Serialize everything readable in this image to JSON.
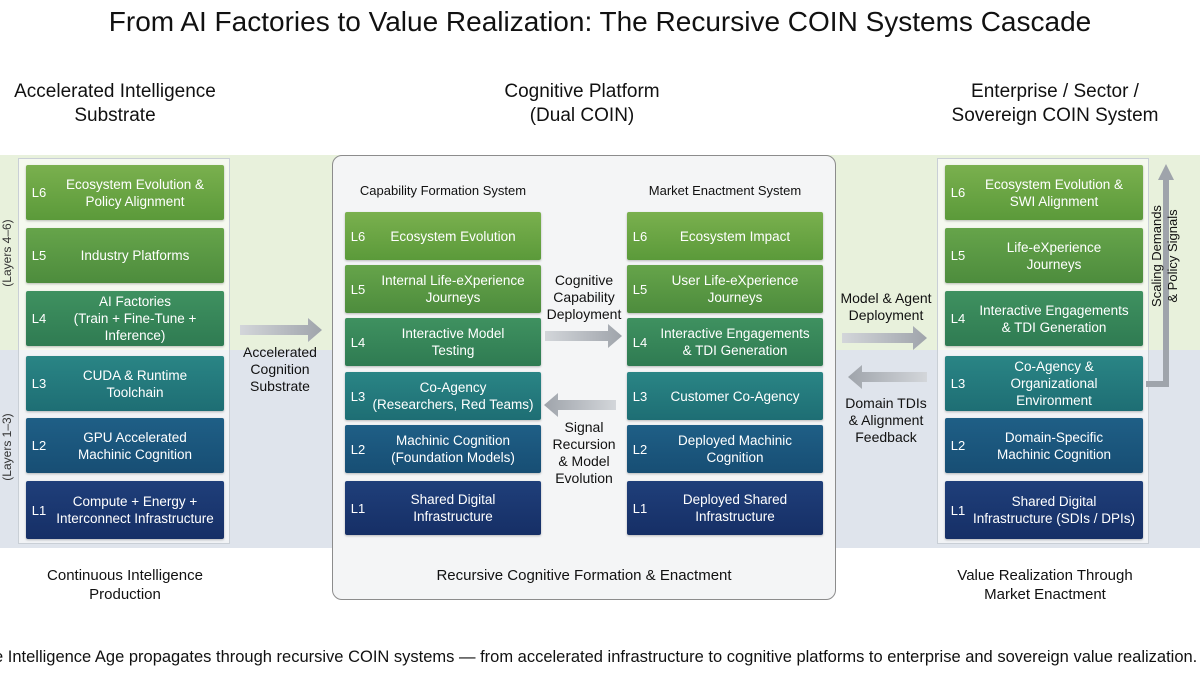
{
  "title": "From AI Factories to Value Realization: The Recursive COIN Systems Cascade",
  "columns": {
    "left": {
      "heading_line1": "Accelerated Intelligence",
      "heading_line2": "Substrate"
    },
    "center": {
      "heading_line1": "Cognitive Platform",
      "heading_line2": "(Dual COIN)"
    },
    "right": {
      "heading_line1": "Enterprise / Sector /",
      "heading_line2": "Sovereign COIN System"
    }
  },
  "side_labels": {
    "upper": "(Layers 4–6)",
    "lower": "(Layers 1–3)"
  },
  "left_layers": [
    {
      "code": "L6",
      "line1": "Ecosystem Evolution &",
      "line2": "Policy Alignment"
    },
    {
      "code": "L5",
      "line1": "Industry Platforms",
      "line2": ""
    },
    {
      "code": "L4",
      "line1": "AI Factories",
      "line2": "(Train + Fine-Tune + Inference)"
    },
    {
      "code": "L3",
      "line1": "CUDA & Runtime",
      "line2": "Toolchain"
    },
    {
      "code": "L2",
      "line1": "GPU Accelerated",
      "line2": "Machinic Cognition"
    },
    {
      "code": "L1",
      "line1": "Compute + Energy +",
      "line2": "Interconnect Infrastructure"
    }
  ],
  "capability": {
    "heading": "Capability Formation System",
    "layers": [
      {
        "code": "L6",
        "line1": "Ecosystem Evolution",
        "line2": ""
      },
      {
        "code": "L5",
        "line1": "Internal Life-eXperience",
        "line2": "Journeys"
      },
      {
        "code": "L4",
        "line1": "Interactive Model",
        "line2": "Testing"
      },
      {
        "code": "L3",
        "line1": "Co-Agency",
        "line2": "(Researchers, Red Teams)"
      },
      {
        "code": "L2",
        "line1": "Machinic Cognition",
        "line2": "(Foundation Models)"
      },
      {
        "code": "L1",
        "line1": "Shared Digital",
        "line2": "Infrastructure"
      }
    ]
  },
  "market": {
    "heading": "Market Enactment System",
    "layers": [
      {
        "code": "L6",
        "line1": "Ecosystem Impact",
        "line2": ""
      },
      {
        "code": "L5",
        "line1": "User Life-eXperience",
        "line2": "Journeys"
      },
      {
        "code": "L4",
        "line1": "Interactive Engagements",
        "line2": "& TDI Generation"
      },
      {
        "code": "L3",
        "line1": "Customer Co-Agency",
        "line2": ""
      },
      {
        "code": "L2",
        "line1": "Deployed Machinic",
        "line2": "Cognition"
      },
      {
        "code": "L1",
        "line1": "Deployed Shared",
        "line2": "Infrastructure"
      }
    ]
  },
  "right_layers": [
    {
      "code": "L6",
      "line1": "Ecosystem Evolution &",
      "line2": "SWI Alignment"
    },
    {
      "code": "L5",
      "line1": "Life-eXperience",
      "line2": "Journeys"
    },
    {
      "code": "L4",
      "line1": "Interactive Engagements",
      "line2": "& TDI Generation"
    },
    {
      "code": "L3",
      "line1": "Co-Agency &",
      "line2": "Organizational Environment"
    },
    {
      "code": "L2",
      "line1": "Domain-Specific",
      "line2": "Machinic Cognition"
    },
    {
      "code": "L1",
      "line1": "Shared Digital",
      "line2": "Infrastructure (SDIs / DPIs)"
    }
  ],
  "flows": {
    "accelerated": {
      "line1": "Accelerated",
      "line2": "Cognition",
      "line3": "Substrate"
    },
    "cognitive_capability": {
      "line1": "Cognitive",
      "line2": "Capability",
      "line3": "Deployment"
    },
    "signal_recursion": {
      "line1": "Signal",
      "line2": "Recursion",
      "line3": "& Model",
      "line4": "Evolution"
    },
    "model_agent": {
      "line1": "Model & Agent",
      "line2": "Deployment"
    },
    "domain_tdis": {
      "line1": "Domain TDIs",
      "line2": "& Alignment",
      "line3": "Feedback"
    },
    "scaling": {
      "line1": "Scaling Demands",
      "line2": "& Policy Signals"
    }
  },
  "bottom_labels": {
    "left": {
      "line1": "Continuous Intelligence",
      "line2": "Production"
    },
    "center": "Recursive Cognitive Formation & Enactment",
    "right": {
      "line1": "Value Realization Through",
      "line2": "Market Enactment"
    }
  },
  "caption": "e Intelligence Age propagates through recursive COIN systems — from accelerated infrastructure to cognitive platforms to enterprise and sovereign value realization."
}
